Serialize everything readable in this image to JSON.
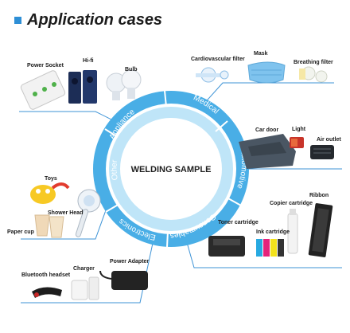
{
  "header": {
    "title": "Application cases"
  },
  "center": {
    "text": "WELDING  SAMPLE"
  },
  "segments": [
    "Appliance",
    "Medical",
    "Automotive",
    "Consumables",
    "Electronics",
    "Other"
  ],
  "products": {
    "power_socket": "Power Socket",
    "hifi": "Hi-fi",
    "bulb": "Bulb",
    "cardio_filter": "Cardiovascular filter",
    "mask": "Mask",
    "breathing_filter": "Breathing filter",
    "car_door": "Car door",
    "light": "Light",
    "air_outlet": "Air outlet",
    "toys": "Toys",
    "shower_head": "Shower Head",
    "paper_cup": "Paper cup",
    "copier_cartridge": "Copier cartridge",
    "ribbon": "Ribbon",
    "toner_cartridge": "Toner cartridge",
    "ink_cartridge": "Ink cartridge",
    "bluetooth_headset": "Bluetooth headset",
    "charger": "Charger",
    "power_adapter": "Power Adapter"
  },
  "colors": {
    "accent": "#2e8fd6",
    "ring_light": "#a9dcf5",
    "ring_dark": "#49aee6",
    "line": "#3d93d6"
  }
}
